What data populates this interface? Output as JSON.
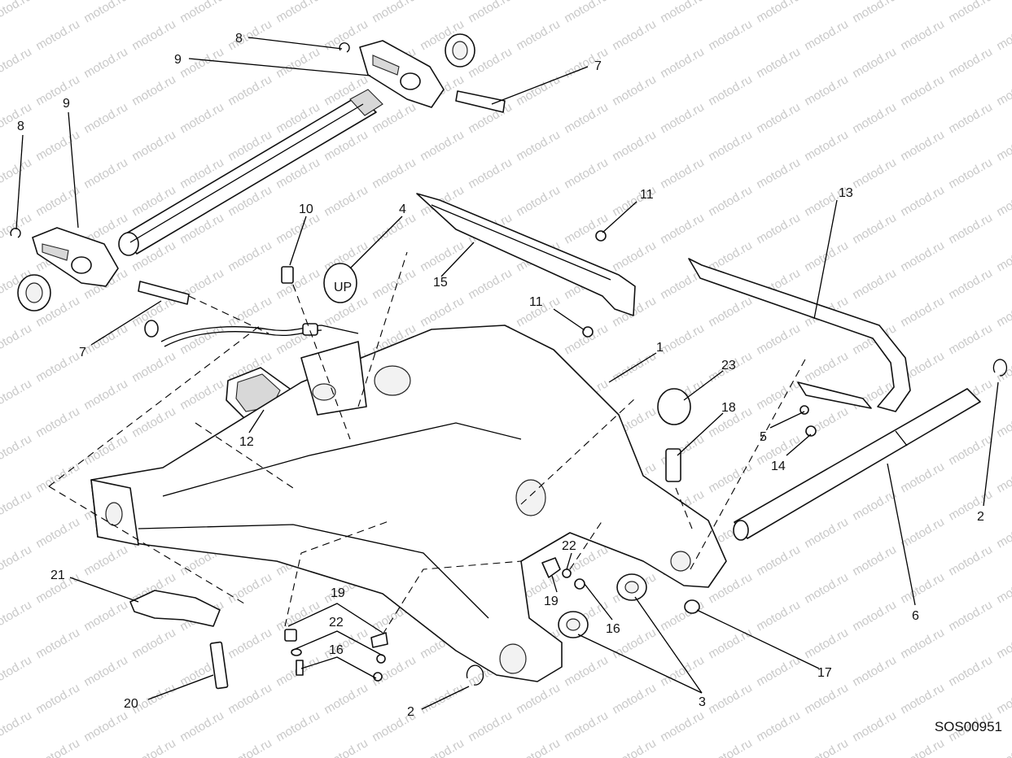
{
  "watermark": "motod.ru",
  "diagram_code": "SOS00951",
  "callouts": [
    {
      "id": "c-8-top",
      "text": "8"
    },
    {
      "id": "c-9-top",
      "text": "9"
    },
    {
      "id": "c-7-top",
      "text": "7"
    },
    {
      "id": "c-9-left",
      "text": "9"
    },
    {
      "id": "c-8-left",
      "text": "8"
    },
    {
      "id": "c-10",
      "text": "10"
    },
    {
      "id": "c-4",
      "text": "4"
    },
    {
      "id": "c-11-top",
      "text": "11"
    },
    {
      "id": "c-13",
      "text": "13"
    },
    {
      "id": "c-15",
      "text": "15"
    },
    {
      "id": "c-11-mid",
      "text": "11"
    },
    {
      "id": "c-7-left",
      "text": "7"
    },
    {
      "id": "c-1",
      "text": "1"
    },
    {
      "id": "c-23",
      "text": "23"
    },
    {
      "id": "c-18",
      "text": "18"
    },
    {
      "id": "c-5",
      "text": "5"
    },
    {
      "id": "c-14",
      "text": "14"
    },
    {
      "id": "c-12",
      "text": "12"
    },
    {
      "id": "c-2-right",
      "text": "2"
    },
    {
      "id": "c-6",
      "text": "6"
    },
    {
      "id": "c-21",
      "text": "21"
    },
    {
      "id": "c-22-mid",
      "text": "22"
    },
    {
      "id": "c-19-mid",
      "text": "19"
    },
    {
      "id": "c-16-mid",
      "text": "16"
    },
    {
      "id": "c-19-left",
      "text": "19"
    },
    {
      "id": "c-22-left",
      "text": "22"
    },
    {
      "id": "c-16-left",
      "text": "16"
    },
    {
      "id": "c-17",
      "text": "17"
    },
    {
      "id": "c-20",
      "text": "20"
    },
    {
      "id": "c-2-bottom",
      "text": "2"
    },
    {
      "id": "c-3",
      "text": "3"
    }
  ]
}
